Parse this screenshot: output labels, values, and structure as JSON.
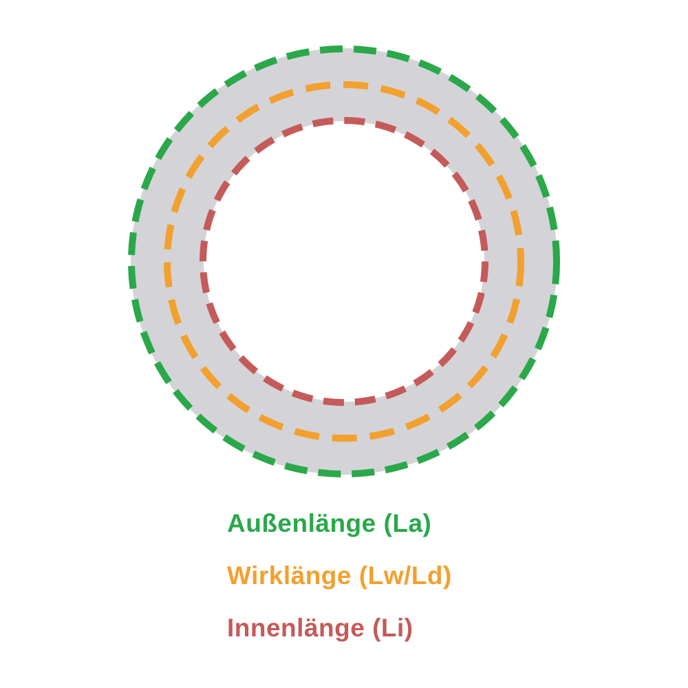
{
  "diagram": {
    "ring_color": "#d4d4d8",
    "outer": {
      "label": "Außenlänge (La)",
      "color": "#2aa84a"
    },
    "effective": {
      "label": "Wirklänge (Lw/Ld)",
      "color": "#f2a02e"
    },
    "inner": {
      "label": "Innenlänge (Li)",
      "color": "#c55a5a"
    }
  }
}
